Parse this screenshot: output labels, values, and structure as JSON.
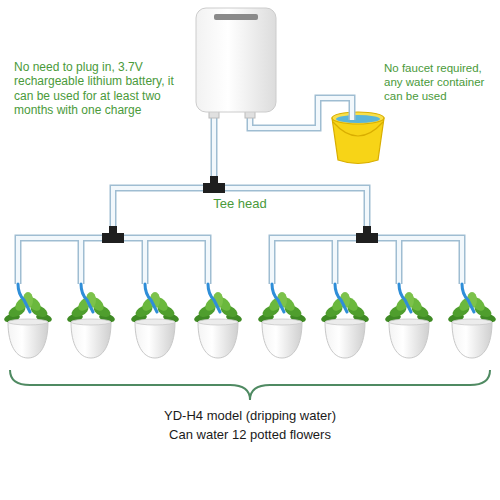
{
  "diagram": {
    "labels": [
      "No need to plug in, 3.7V rechargeable lithium battery, it can be used for at least two months with one charge",
      "No faucet required, any water container can be used",
      "Tee head",
      "YD-H4 model (dripping water)",
      "Can water 12 potted flowers"
    ]
  }
}
